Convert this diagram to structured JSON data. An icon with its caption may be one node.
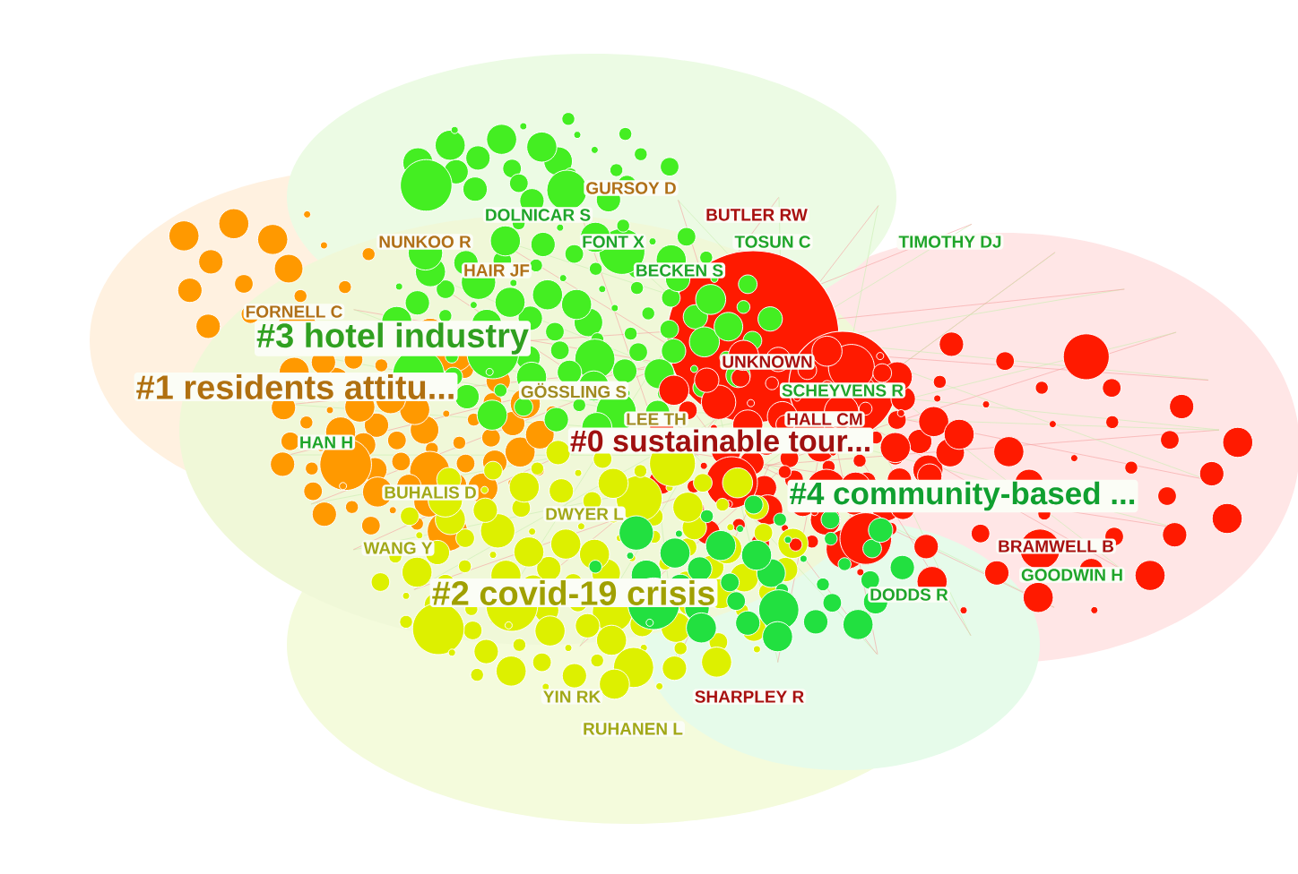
{
  "diagram": {
    "labels": [
      "GURSOY D",
      "DOLNICAR S",
      "BUTLER RW",
      "NUNKOO R",
      "FONT X",
      "TOSUN C",
      "TIMOTHY DJ",
      "HAIR JF",
      "BECKEN S",
      "FORNELL C",
      "#3 hotel industry",
      "UNKNOWN",
      "#1 residents attitu...",
      "GÖSSLING S",
      "SCHEYVENS R",
      "LEE TH",
      "HALL CM",
      "HAN H",
      "#0 sustainable tour...",
      "#4 community-based ...",
      "BUHALIS D",
      "DWYER L",
      "WANG Y",
      "BRAMWELL B",
      "GOODWIN H",
      "#2 covid-19 crisis",
      "DODDS R",
      "YIN RK",
      "SHARPLEY R",
      "RUHANEN L"
    ]
  }
}
